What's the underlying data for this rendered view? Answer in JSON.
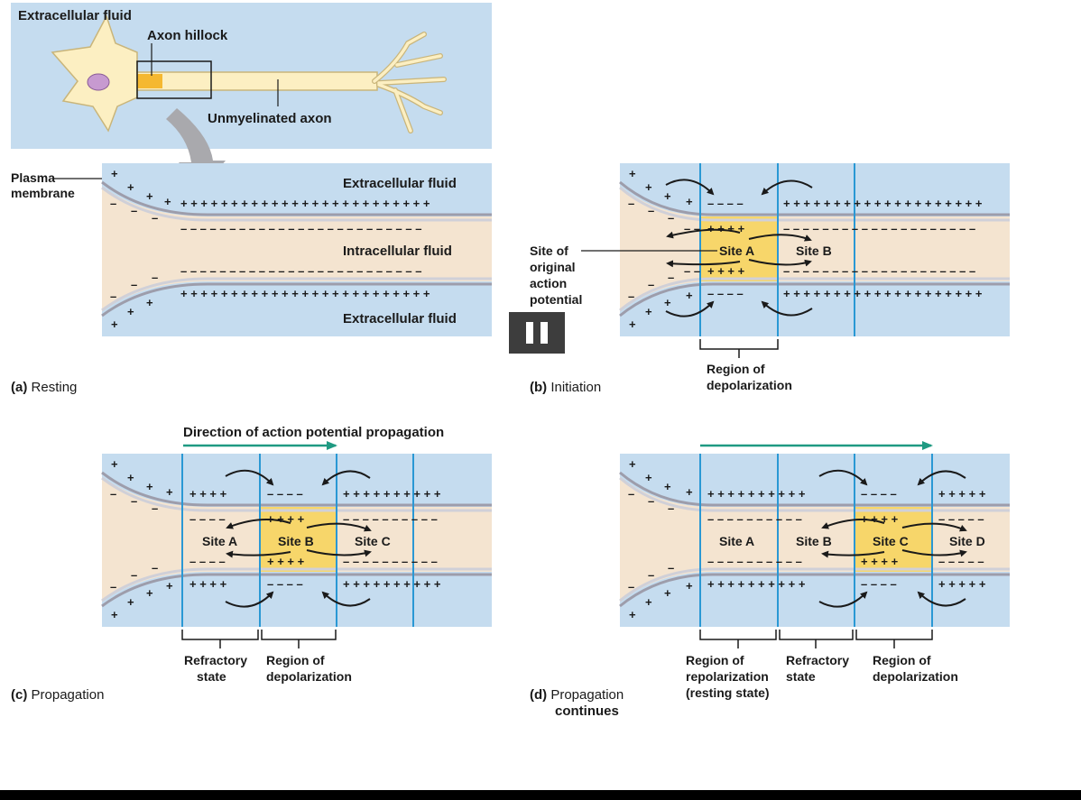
{
  "colors": {
    "extracellular": "#c5dcef",
    "intracellular": "#f4e4d0",
    "depolarized": "#f7d66a",
    "membrane": "#b9b9c4",
    "divider": "#2a98d4",
    "arrow_teal": "#1f9a82",
    "neuron": "#fcefc2"
  },
  "panel_a": {
    "caption_letter": "(a)",
    "caption": "Resting",
    "neuron_extracellular": "Extracellular fluid",
    "axon_hillock": "Axon hillock",
    "unmyelinated_axon": "Unmyelinated axon",
    "plasma_membrane_1": "Plasma",
    "plasma_membrane_2": "membrane",
    "extracellular_top": "Extracellular fluid",
    "intracellular": "Intracellular fluid",
    "extracellular_bottom": "Extracellular fluid"
  },
  "panel_b": {
    "caption_letter": "(b)",
    "caption": "Initiation",
    "site_a": "Site A",
    "site_b": "Site B",
    "original_1": "Site of",
    "original_2": "original",
    "original_3": "action",
    "original_4": "potential",
    "region_1": "Region of",
    "region_2": "depolarization"
  },
  "panel_c": {
    "caption_letter": "(c)",
    "caption": "Propagation",
    "direction": "Direction of action potential propagation",
    "site_a": "Site A",
    "site_b": "Site B",
    "site_c": "Site C",
    "refractory_1": "Refractory",
    "refractory_2": "state",
    "region_1": "Region of",
    "region_2": "depolarization"
  },
  "panel_d": {
    "caption_letter": "(d)",
    "caption_1": "Propagation",
    "caption_2": "continues",
    "site_a": "Site A",
    "site_b": "Site B",
    "site_c": "Site C",
    "site_d": "Site D",
    "repol_1": "Region of",
    "repol_2": "repolarization",
    "repol_3": "(resting state)",
    "refractory_1": "Refractory",
    "refractory_2": "state",
    "region_1": "Region of",
    "region_2": "depolarization"
  },
  "player": {
    "pause_icon": "pause-icon"
  }
}
